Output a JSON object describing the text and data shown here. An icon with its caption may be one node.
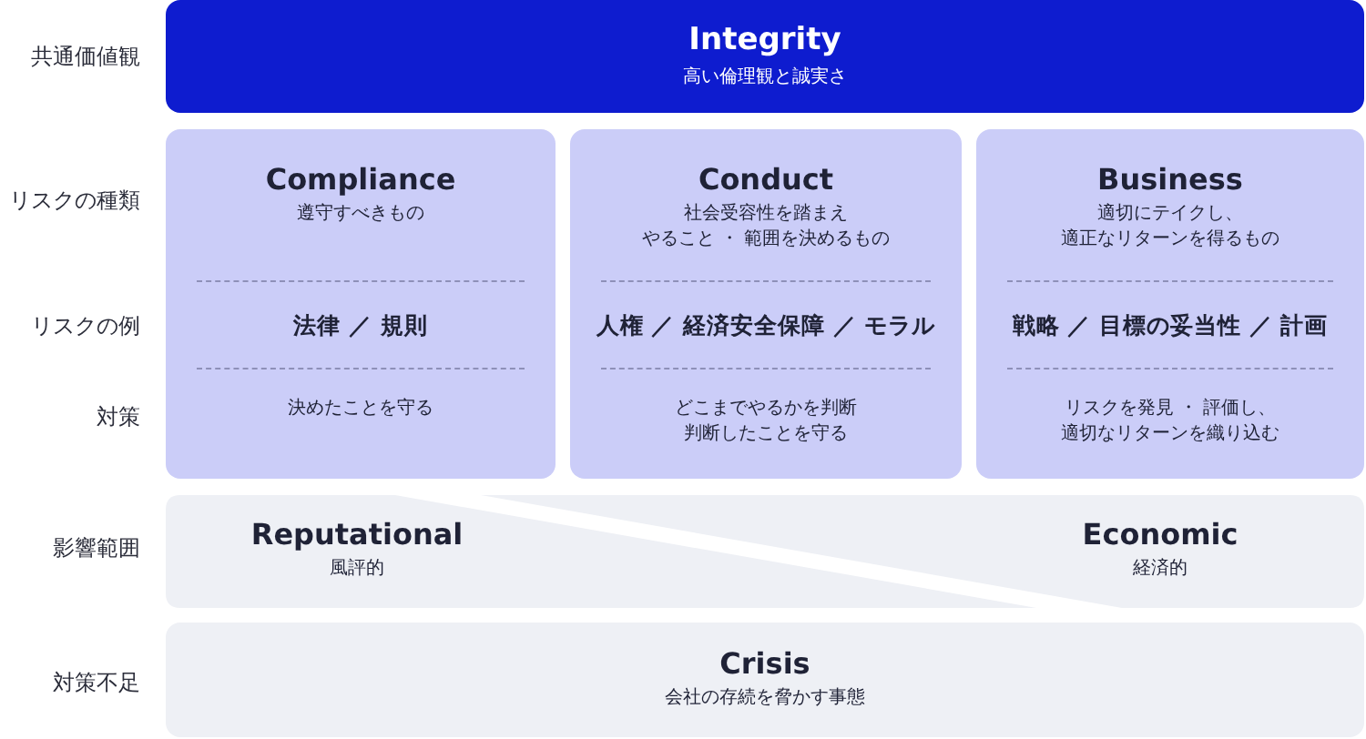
{
  "diagram": {
    "nodes": [
      {
        "text": [
          "Integrity",
          "高い倫理観と誠実さ"
        ]
      },
      {
        "text": [
          "Compliance",
          "遵守すべきもの",
          "法律 ／ 規則",
          "決めたことを守る"
        ]
      },
      {
        "text": [
          "Conduct",
          "社会受容性を踏まえやること ・ 範囲を決めるもの",
          "人権 ／ 経済安全保障 ／ モラル",
          "どこまでやるかを判断判断したことを守る"
        ]
      },
      {
        "text": [
          "Business",
          "適切にテイクし、適正なリターンを得るもの",
          "戦略 ／ 目標の妥当性 ／ 計画",
          "リスクを発見 ・ 評価し、適切なリターンを織り込む"
        ]
      },
      {
        "text": [
          "Reputational",
          "風評的"
        ]
      },
      {
        "text": [
          "Economic",
          "経済的"
        ]
      },
      {
        "text": [
          "Crisis",
          "会社の存続を脅かす事態"
        ]
      }
    ],
    "labels": [
      "共通価値観",
      "リスクの種類",
      "リスクの例",
      "対策",
      "影響範囲",
      "対策不足"
    ]
  }
}
